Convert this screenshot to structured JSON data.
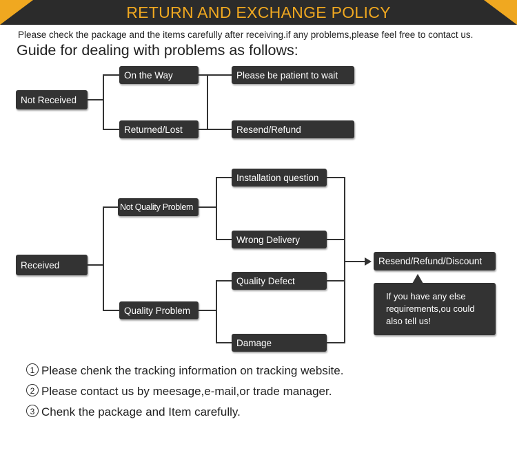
{
  "header": {
    "title": "RETURN AND EXCHANGE POLICY"
  },
  "intro": "Please check the package and the items carefully after receiving.if any problems,please feel free to contact us.",
  "guide_title": "Guide for dealing with problems as follows:",
  "diagram": {
    "not_received": "Not Received",
    "on_the_way": "On the Way",
    "returned_lost": "Returned/Lost",
    "be_patient": "Please be patient to wait",
    "resend_refund": "Resend/Refund",
    "received": "Received",
    "not_quality_problem": "Not Quality Problem",
    "quality_problem": "Quality Problem",
    "installation_question": "Installation question",
    "wrong_delivery": "Wrong Delivery",
    "quality_defect": "Quality Defect",
    "damage": "Damage",
    "resend_refund_discount": "Resend/Refund/Discount",
    "note": "If you have any else requirements,ou could also tell us!"
  },
  "notes": [
    {
      "num": "1",
      "text": "Please chenk the tracking information on tracking website."
    },
    {
      "num": "2",
      "text": "Please contact us by meesage,e-mail,or trade manager."
    },
    {
      "num": "3",
      "text": "Chenk the package and Item carefully."
    }
  ],
  "colors": {
    "banner_bg": "#2b2b2b",
    "accent": "#f0a820",
    "box_bg": "#333333"
  }
}
